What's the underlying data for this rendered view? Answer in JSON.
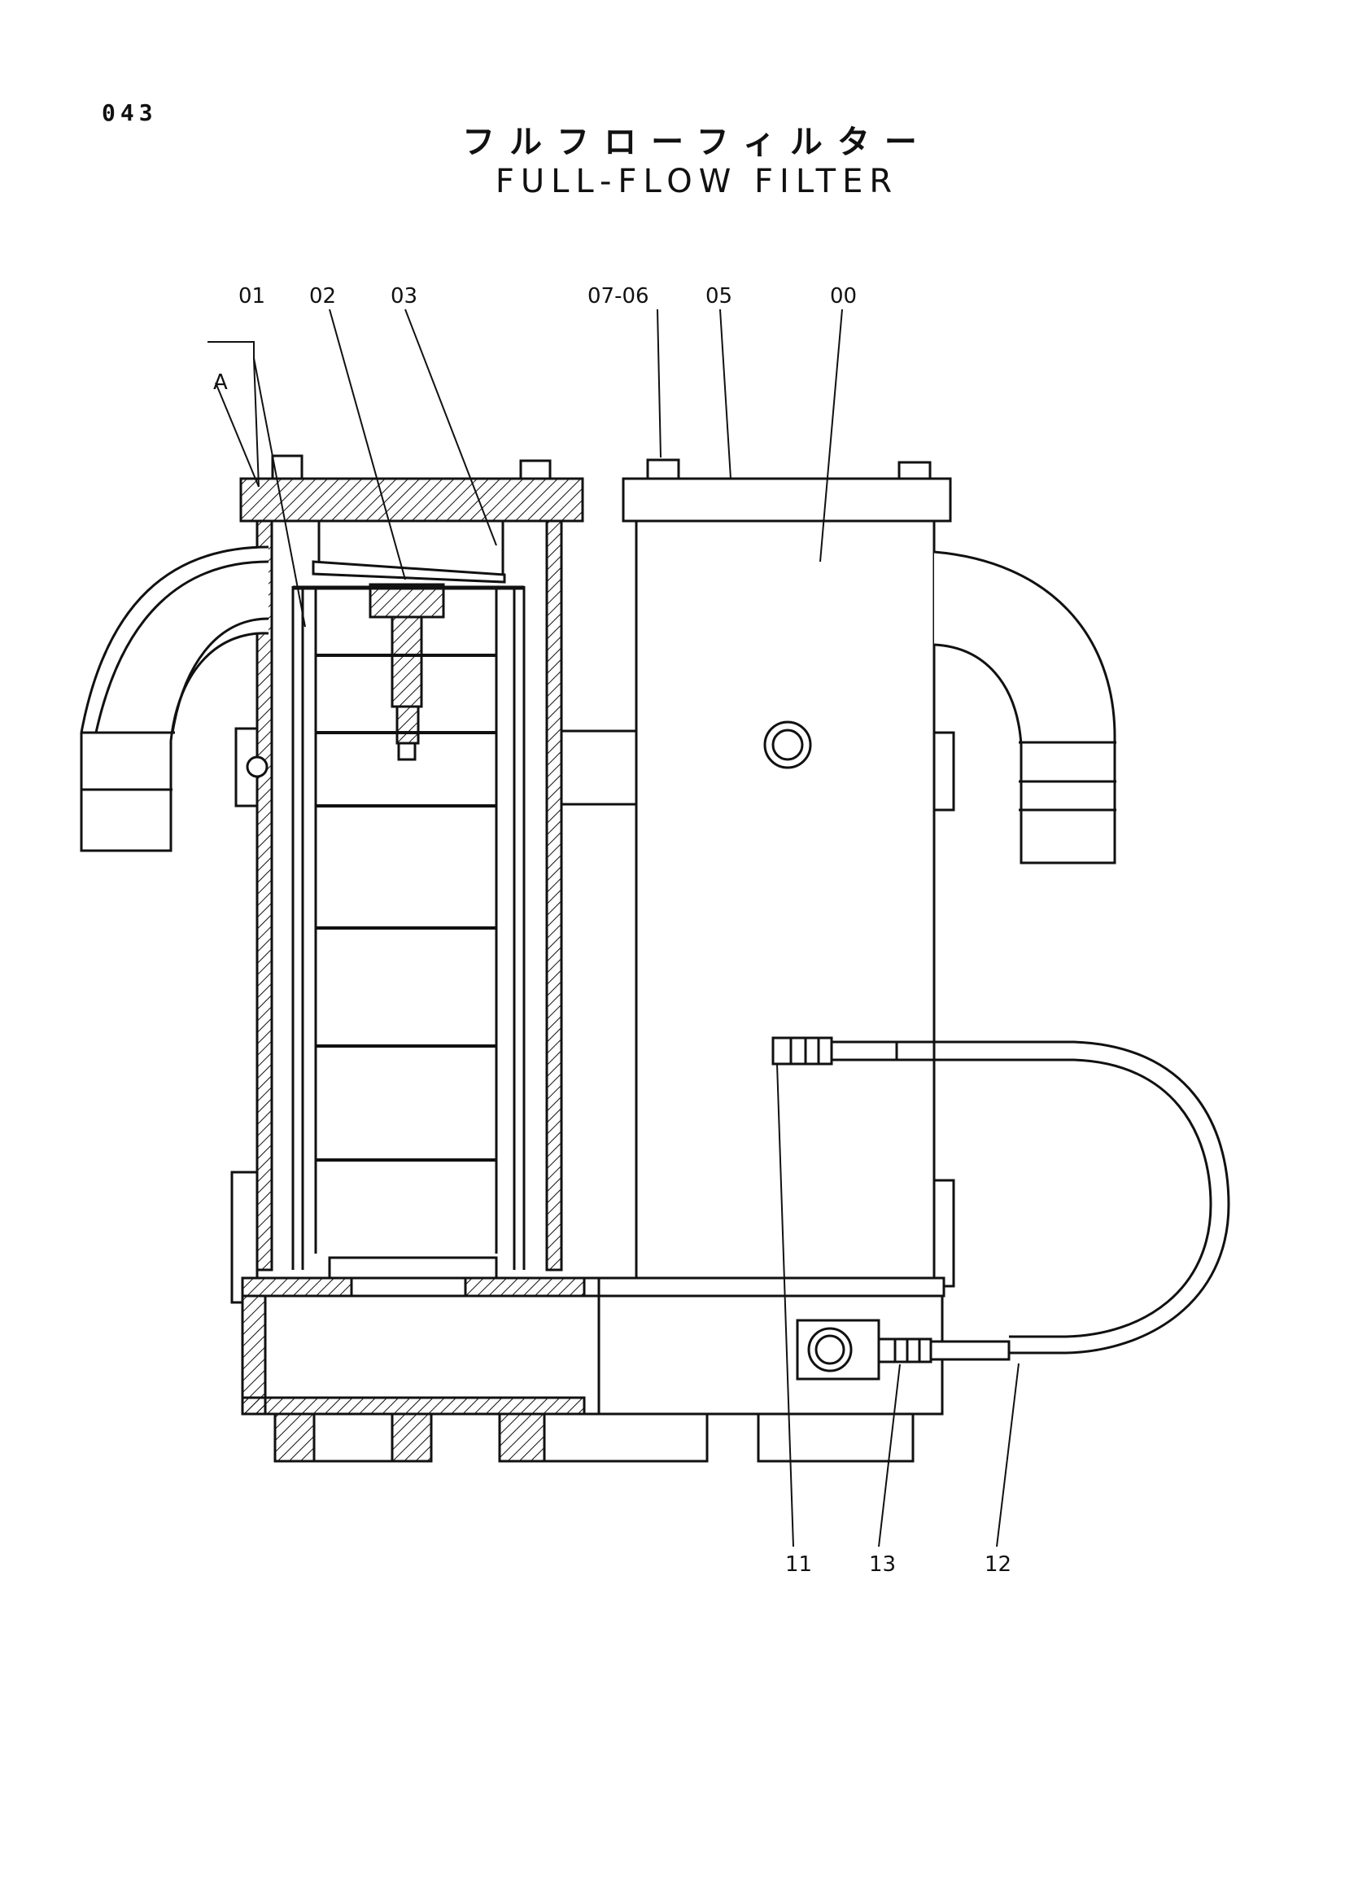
{
  "page_number": "043",
  "title_jp": "フルフローフィルター",
  "title_en": "FULL-FLOW FILTER",
  "labels": {
    "l01": "01",
    "l02": "02",
    "l03": "03",
    "l0706": "07-06",
    "l05": "05",
    "l00": "00",
    "lA": "A",
    "l11": "11",
    "l13": "13",
    "l12": "12"
  }
}
